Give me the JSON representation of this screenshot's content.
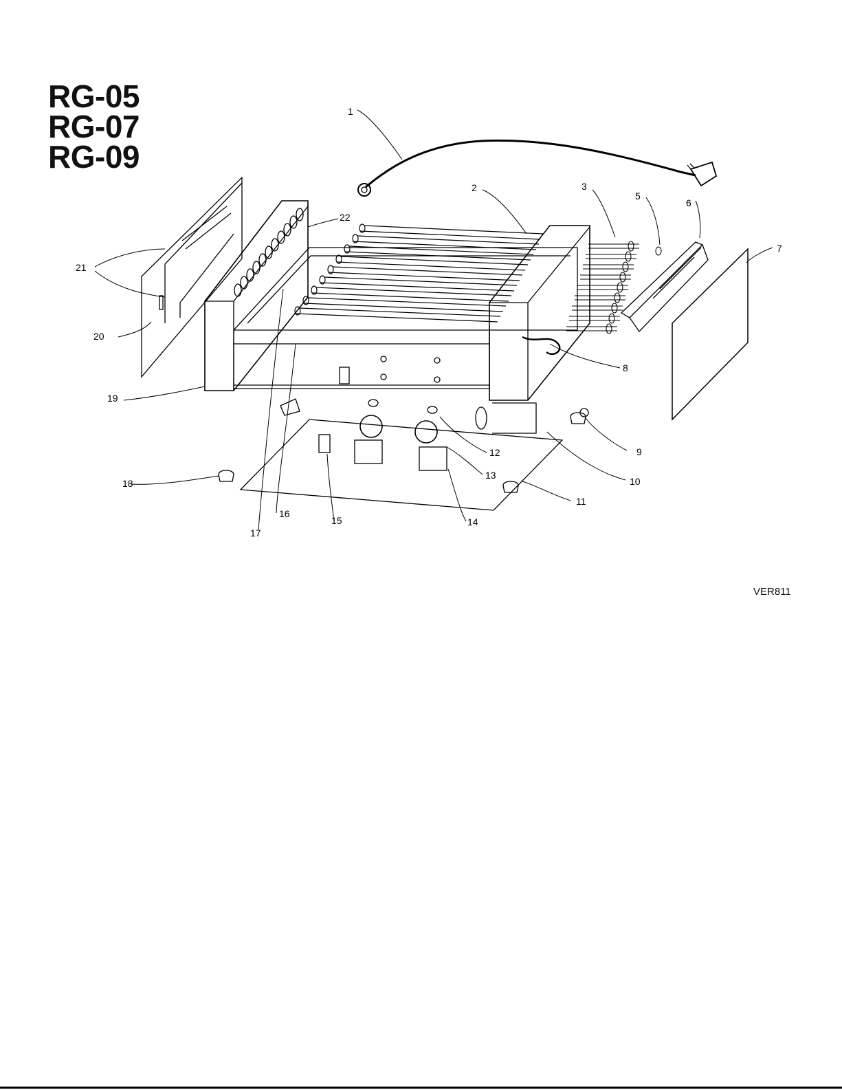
{
  "models": [
    "RG-05",
    "RG-07",
    "RG-09"
  ],
  "drawing_code": "VER811",
  "callouts": [
    {
      "id": "callout-1",
      "label": "1"
    },
    {
      "id": "callout-2",
      "label": "2"
    },
    {
      "id": "callout-3",
      "label": "3"
    },
    {
      "id": "callout-5",
      "label": "5"
    },
    {
      "id": "callout-6",
      "label": "6"
    },
    {
      "id": "callout-7",
      "label": "7"
    },
    {
      "id": "callout-8",
      "label": "8"
    },
    {
      "id": "callout-9",
      "label": "9"
    },
    {
      "id": "callout-10",
      "label": "10"
    },
    {
      "id": "callout-11",
      "label": "11"
    },
    {
      "id": "callout-12",
      "label": "12"
    },
    {
      "id": "callout-13",
      "label": "13"
    },
    {
      "id": "callout-14",
      "label": "14"
    },
    {
      "id": "callout-15",
      "label": "15"
    },
    {
      "id": "callout-16",
      "label": "16"
    },
    {
      "id": "callout-17",
      "label": "17"
    },
    {
      "id": "callout-18",
      "label": "18"
    },
    {
      "id": "callout-19",
      "label": "19"
    },
    {
      "id": "callout-20",
      "label": "20"
    },
    {
      "id": "callout-21",
      "label": "21"
    },
    {
      "id": "callout-22",
      "label": "22"
    }
  ]
}
